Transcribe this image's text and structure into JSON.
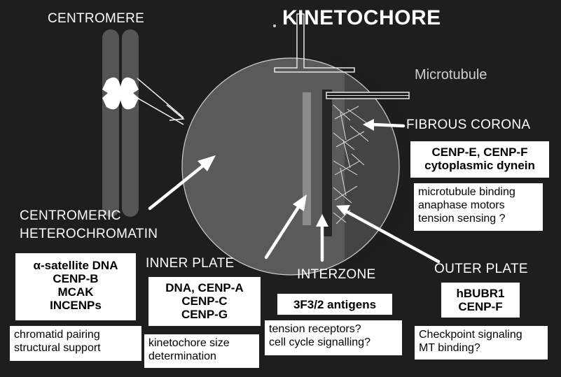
{
  "title": "KINETOCHORE",
  "labels": {
    "centromere": "CENTROMERE",
    "microtubule": "Microtubule",
    "fibrous_corona": "FIBROUS CORONA",
    "centromeric_heterochromatin": [
      "CENTROMERIC",
      "HETEROCHROMATIN"
    ],
    "inner_plate": "INNER PLATE",
    "interzone": "INTERZONE",
    "outer_plate": "OUTER PLATE"
  },
  "boxes": {
    "fibrous_corona_proteins": [
      "CENP-E,  CENP-F",
      "cytoplasmic dynein"
    ],
    "fibrous_corona_functions": [
      "microtubule binding",
      "anaphase motors",
      "tension sensing ?"
    ],
    "heterochromatin_proteins": [
      "α-satellite DNA",
      "CENP-B",
      "MCAK",
      "INCENPs"
    ],
    "heterochromatin_functions": [
      "chromatid pairing",
      "structural support"
    ],
    "inner_plate_proteins": [
      "DNA,  CENP-A",
      "CENP-C",
      "CENP-G"
    ],
    "inner_plate_functions": [
      "kinetochore size",
      "determination"
    ],
    "interzone_proteins": [
      "3F3/2 antigens"
    ],
    "interzone_functions": [
      "tension receptors?",
      "cell cycle signalling?"
    ],
    "outer_plate_proteins": [
      "hBUBR1",
      "CENP-F"
    ],
    "outer_plate_functions": [
      "Checkpoint signaling",
      "MT binding?"
    ]
  },
  "colors": {
    "background": "#1e1e1e",
    "circle": "#5a5a5a",
    "chromosome": "#555555",
    "text": "#ffffff",
    "box": "#ffffff",
    "box_text": "#000000"
  }
}
